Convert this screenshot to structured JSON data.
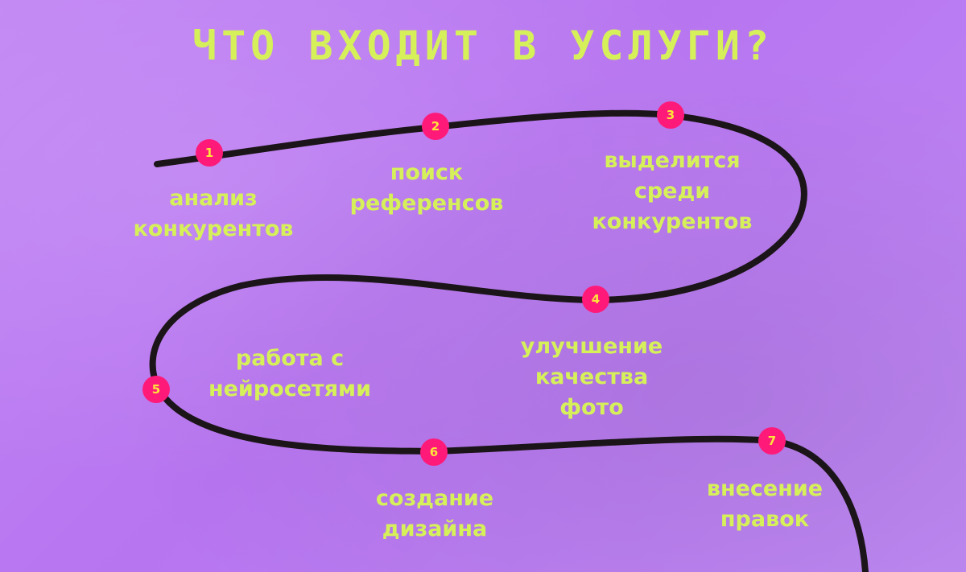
{
  "title": "что входит в услуги?",
  "colors": {
    "background": "#bd80f3",
    "accent_text": "#d6f05a",
    "path": "#1b1418",
    "dot": "#ff1a7a",
    "dot_number": "#ffe43a"
  },
  "steps": [
    {
      "number": "1",
      "lines": [
        "анализ",
        "конкурентов"
      ]
    },
    {
      "number": "2",
      "lines": [
        "поиск",
        "референсов"
      ]
    },
    {
      "number": "3",
      "lines": [
        "выделится",
        "среди",
        "конкурентов"
      ]
    },
    {
      "number": "4",
      "lines": [
        "улучшение",
        "качества",
        "фото"
      ]
    },
    {
      "number": "5",
      "lines": [
        "работа с",
        "нейросетями"
      ]
    },
    {
      "number": "6",
      "lines": [
        "создание",
        "дизайна"
      ]
    },
    {
      "number": "7",
      "lines": [
        "внесение",
        "правок"
      ]
    }
  ]
}
